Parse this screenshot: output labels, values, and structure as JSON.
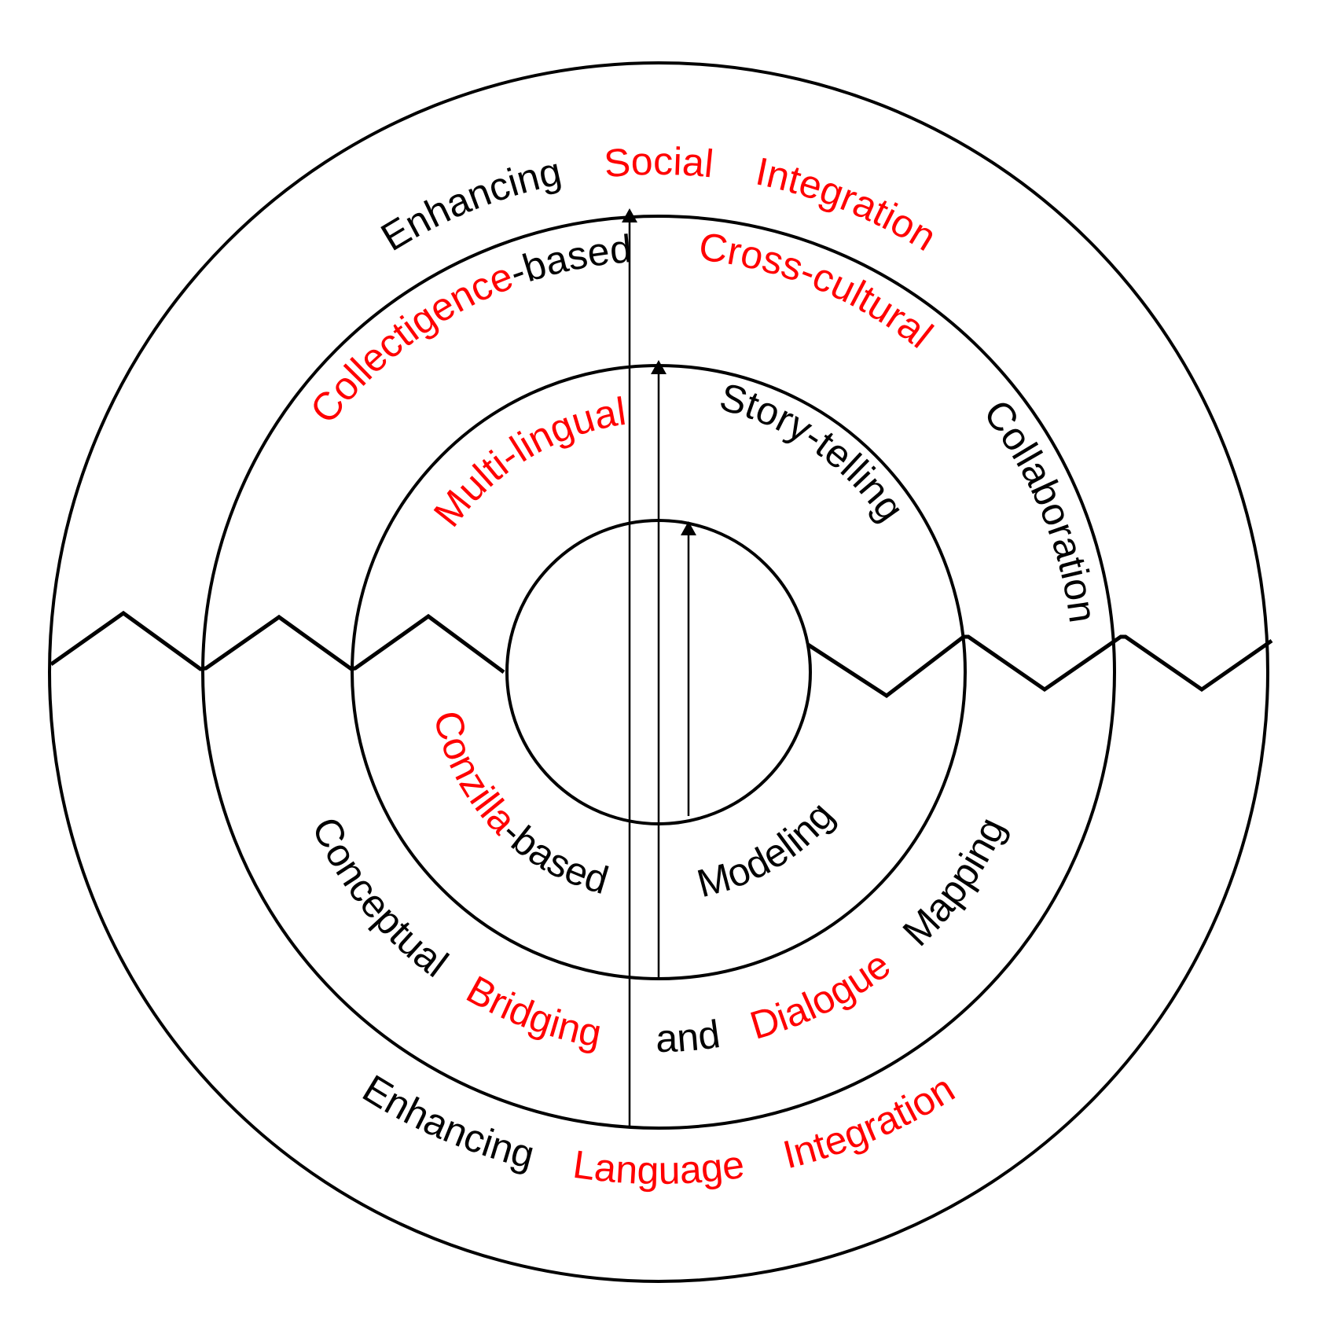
{
  "colors": {
    "highlight": "#ff0000",
    "text": "#000000",
    "stroke": "#000000"
  },
  "rings": [
    {
      "name": "outer",
      "top_text": [
        {
          "text": "Enhancing",
          "color": "black"
        },
        {
          "text": "Social",
          "color": "red"
        },
        {
          "text": "Integration",
          "color": "red"
        }
      ],
      "bottom_text": [
        {
          "text": "Enhancing",
          "color": "black"
        },
        {
          "text": "Language",
          "color": "red"
        },
        {
          "text": "Integration",
          "color": "red"
        }
      ]
    },
    {
      "name": "third",
      "top_left_text": [
        {
          "text": "Collectigence",
          "color": "red"
        },
        {
          "text": "-based",
          "color": "black"
        }
      ],
      "top_right_text": [
        {
          "text": "Cross-cultural",
          "color": "red"
        }
      ],
      "right_text": [
        {
          "text": "Collaboration",
          "color": "black"
        }
      ],
      "bottom_text": [
        {
          "text": "Conceptual",
          "color": "black"
        },
        {
          "text": "Bridging",
          "color": "red"
        },
        {
          "text": "and",
          "color": "black"
        },
        {
          "text": "Dialogue",
          "color": "red"
        },
        {
          "text": "Mapping",
          "color": "black"
        }
      ]
    },
    {
      "name": "second",
      "top_left_text": [
        {
          "text": "Multi-lingual",
          "color": "red"
        }
      ],
      "top_right_text": [
        {
          "text": "Story-telling",
          "color": "black"
        }
      ],
      "bottom_left_text": [
        {
          "text": "Conzilla",
          "color": "red"
        },
        {
          "text": "-based",
          "color": "black"
        }
      ],
      "bottom_right_text": [
        {
          "text": "Modeling",
          "color": "black"
        }
      ]
    },
    {
      "name": "core"
    }
  ]
}
